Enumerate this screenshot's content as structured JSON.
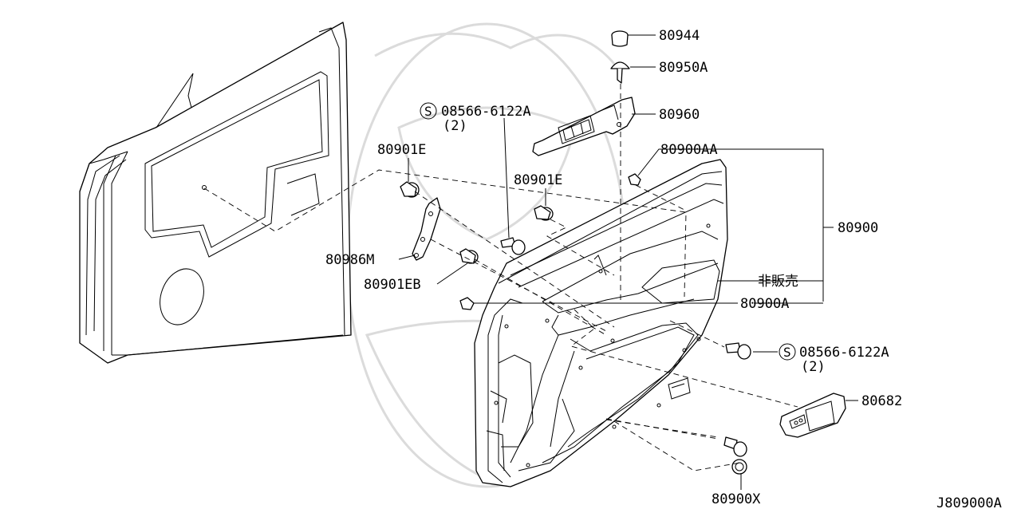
{
  "diagram": {
    "labels": {
      "p80944": "80944",
      "p80950a": "80950A",
      "p80960": "80960",
      "p80900aa": "80900AA",
      "p80900": "80900",
      "non_sale": "非販売",
      "p80900a": "80900A",
      "screw_top": "08566-6122A",
      "screw_top_qty": "(2)",
      "screw_right": "08566-6122A",
      "screw_right_qty": "(2)",
      "screw_symbol": "S",
      "p80901e_left": "80901E",
      "p80901e_mid": "80901E",
      "p80986m": "80986M",
      "p80901eb": "80901EB",
      "p80682": "80682",
      "p80900x": "80900X"
    },
    "figure_code": "J809000A"
  }
}
